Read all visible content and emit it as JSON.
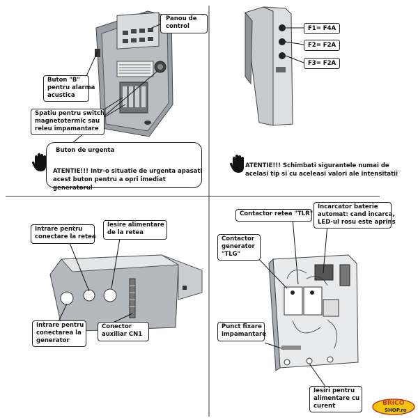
{
  "panel1": {
    "panou_control": "Panou de\ncontrol",
    "buton_b": "Buton \"B\"\npentru alarma\nacustica",
    "spatiu_switch": "Spatiu pentru switch\nmagnetotermic sau\nreleu impamantare",
    "buton_urgenta": "Buton de urgenta",
    "atentie_urgenta": "ATENTIE!!! Intr-o situatie de urgenta apasati\nacest buton pentru a  opri imediat generatorul"
  },
  "panel2": {
    "f1": "F1= F4A",
    "f2": "F2= F2A",
    "f3": "F3= F2A",
    "atentie_sigurante": "ATENTIE!!! Schimbati sigurantele numai de\nacelasi tip si cu aceleasi valori ale intensitatii"
  },
  "panel3": {
    "intrare_retea": "Intrare pentru\nconectare la retea",
    "iesire_alimentare": "Iesire alimentare\nde la retea",
    "intrare_generator": "Intrare pentru\nconectarea la\ngenerator",
    "conector_cn1": "Conector\nauxiliar CN1"
  },
  "panel4": {
    "contactor_tlr": "Contactor retea \"TLR\"",
    "incarcator": "Incarcator baterie\nautomat: cand incarca,\nLED-ul rosu este aprins",
    "contactor_tlg": "Contactor\ngenerator\n\"TLG\"",
    "punct_fixare": "Punct fixare\nimpamantare",
    "iesiri_alimentare": "Iesiri pentru\nalimentare cu\ncurent"
  },
  "logo": {
    "brand": "BRICO",
    "sub": "SHOP.ro"
  },
  "colors": {
    "accent": "#c0392b",
    "logo_yellow": "#f1c40f"
  }
}
